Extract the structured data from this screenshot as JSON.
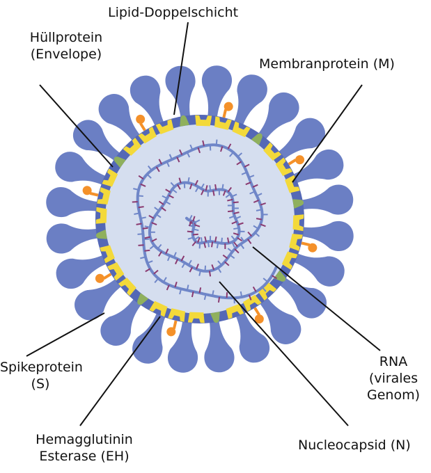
{
  "labels": {
    "lipid": "Lipid-Doppelschicht",
    "envelope_1": "Hüllprotein",
    "envelope_2": "(Envelope)",
    "membrane": "Membranprotein (M)",
    "spike_1": "Spikeprotein",
    "spike_2": "(S)",
    "rna_1": "RNA",
    "rna_2": "(virales",
    "rna_3": "Genom)",
    "he_1": "Hemagglutinin",
    "he_2": "Esterase (EH)",
    "nucleocapsid": "Nucleocapsid (N)"
  },
  "colors": {
    "spike": "#6b7fc4",
    "membrane_ring": "#5468b6",
    "interior": "#d5deef",
    "m_protein": "#f3d93a",
    "e_protein": "#8fb05d",
    "he_protein": "#f4912a",
    "rna_strand": "#6f86c8",
    "rna_tick_a": "#8a3a70",
    "rna_tick_b": "#6f86c8",
    "leader": "#111111"
  }
}
